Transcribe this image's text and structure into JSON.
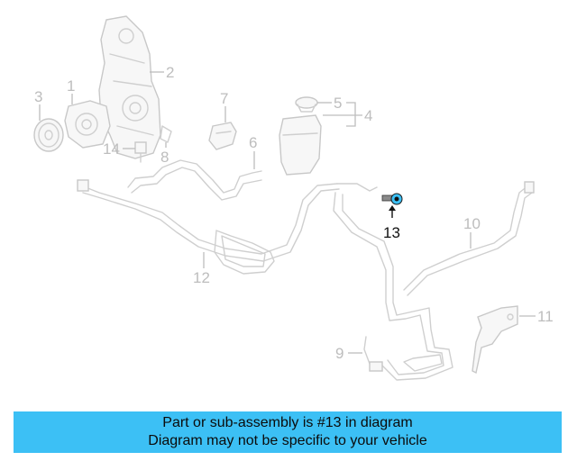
{
  "diagram": {
    "callouts": [
      {
        "id": "1",
        "label": "1"
      },
      {
        "id": "2",
        "label": "2"
      },
      {
        "id": "3",
        "label": "3"
      },
      {
        "id": "4",
        "label": "4"
      },
      {
        "id": "5",
        "label": "5"
      },
      {
        "id": "6",
        "label": "6"
      },
      {
        "id": "7",
        "label": "7"
      },
      {
        "id": "8",
        "label": "8"
      },
      {
        "id": "9",
        "label": "9"
      },
      {
        "id": "10",
        "label": "10"
      },
      {
        "id": "11",
        "label": "11"
      },
      {
        "id": "12",
        "label": "12"
      },
      {
        "id": "13",
        "label": "13"
      },
      {
        "id": "14",
        "label": "14"
      }
    ],
    "highlighted_part": "13",
    "highlight_color": "#3cc0f5"
  },
  "banner": {
    "line1": "Part or sub-assembly is #13 in diagram",
    "line2": "Diagram may not be specific to your vehicle",
    "color": "#3cc0f5"
  }
}
